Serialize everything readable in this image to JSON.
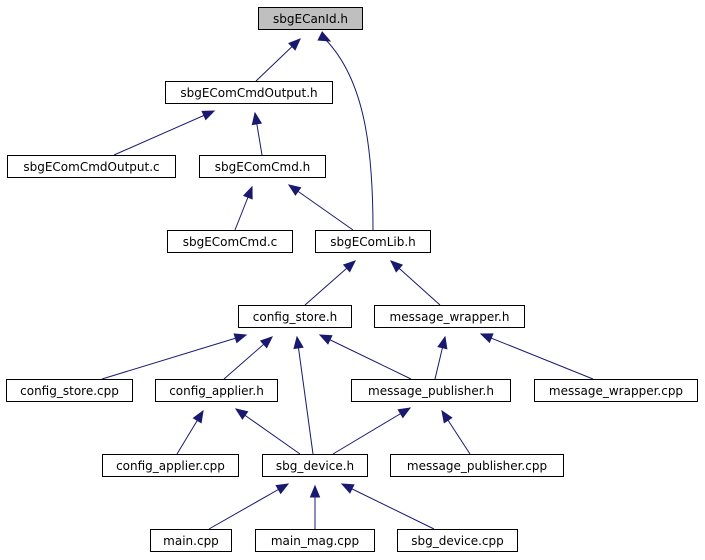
{
  "graph": {
    "edge_color": "#191970",
    "root_fill": "#bfbfbf",
    "nodes": [
      {
        "id": "sbgECanId_h",
        "label": "sbgECanId.h",
        "root": true
      },
      {
        "id": "sbgEComCmdOutput_h",
        "label": "sbgEComCmdOutput.h"
      },
      {
        "id": "sbgEComCmdOutput_c",
        "label": "sbgEComCmdOutput.c"
      },
      {
        "id": "sbgEComCmd_h",
        "label": "sbgEComCmd.h"
      },
      {
        "id": "sbgEComCmd_c",
        "label": "sbgEComCmd.c"
      },
      {
        "id": "sbgEComLib_h",
        "label": "sbgEComLib.h"
      },
      {
        "id": "config_store_h",
        "label": "config_store.h"
      },
      {
        "id": "message_wrapper_h",
        "label": "message_wrapper.h"
      },
      {
        "id": "config_store_cpp",
        "label": "config_store.cpp"
      },
      {
        "id": "config_applier_h",
        "label": "config_applier.h"
      },
      {
        "id": "message_publisher_h",
        "label": "message_publisher.h"
      },
      {
        "id": "message_wrapper_cpp",
        "label": "message_wrapper.cpp"
      },
      {
        "id": "config_applier_cpp",
        "label": "config_applier.cpp"
      },
      {
        "id": "sbg_device_h",
        "label": "sbg_device.h"
      },
      {
        "id": "message_publisher_cpp",
        "label": "message_publisher.cpp"
      },
      {
        "id": "main_cpp",
        "label": "main.cpp"
      },
      {
        "id": "main_mag_cpp",
        "label": "main_mag.cpp"
      },
      {
        "id": "sbg_device_cpp",
        "label": "sbg_device.cpp"
      }
    ],
    "edges": [
      {
        "from": "sbgEComCmdOutput_h",
        "to": "sbgECanId_h"
      },
      {
        "from": "sbgEComLib_h",
        "to": "sbgECanId_h"
      },
      {
        "from": "sbgEComCmdOutput_c",
        "to": "sbgEComCmdOutput_h"
      },
      {
        "from": "sbgEComCmd_h",
        "to": "sbgEComCmdOutput_h"
      },
      {
        "from": "sbgEComCmd_c",
        "to": "sbgEComCmd_h"
      },
      {
        "from": "sbgEComLib_h",
        "to": "sbgEComCmd_h"
      },
      {
        "from": "config_store_h",
        "to": "sbgEComLib_h"
      },
      {
        "from": "message_wrapper_h",
        "to": "sbgEComLib_h"
      },
      {
        "from": "config_store_cpp",
        "to": "config_store_h"
      },
      {
        "from": "config_applier_h",
        "to": "config_store_h"
      },
      {
        "from": "sbg_device_h",
        "to": "config_store_h"
      },
      {
        "from": "message_publisher_h",
        "to": "config_store_h"
      },
      {
        "from": "message_publisher_h",
        "to": "message_wrapper_h"
      },
      {
        "from": "message_wrapper_cpp",
        "to": "message_wrapper_h"
      },
      {
        "from": "config_applier_cpp",
        "to": "config_applier_h"
      },
      {
        "from": "sbg_device_h",
        "to": "config_applier_h"
      },
      {
        "from": "sbg_device_h",
        "to": "message_publisher_h"
      },
      {
        "from": "message_publisher_cpp",
        "to": "message_publisher_h"
      },
      {
        "from": "main_cpp",
        "to": "sbg_device_h"
      },
      {
        "from": "main_mag_cpp",
        "to": "sbg_device_h"
      },
      {
        "from": "sbg_device_cpp",
        "to": "sbg_device_h"
      }
    ]
  }
}
